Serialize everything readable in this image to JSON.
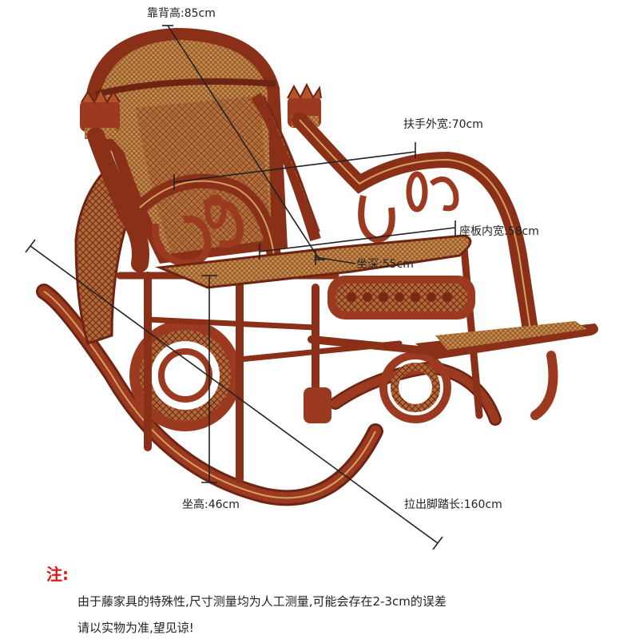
{
  "dimensions": {
    "back_height": "靠背高:85cm",
    "armrest_outer_width": "扶手外宽:70cm",
    "seat_inner_width": "座板内宽:58cm",
    "seat_depth": "坐深:55cm",
    "seat_height": "坐高:46cm",
    "footrest_extended_length": "拉出脚踏长:160cm"
  },
  "note": {
    "title": "注:",
    "line1": "由于藤家具的特殊性,尺寸测量均为人工测量,可能会存在2-3cm的误差",
    "line2": "请以实物为准,望见谅!"
  },
  "colors": {
    "wood": "#9b3a20",
    "wood_dark": "#6e2412",
    "wood_light": "#c4683b",
    "rattan": "#c58a4d",
    "rattan_dark": "#8f5424",
    "note_red": "#e0161b"
  }
}
